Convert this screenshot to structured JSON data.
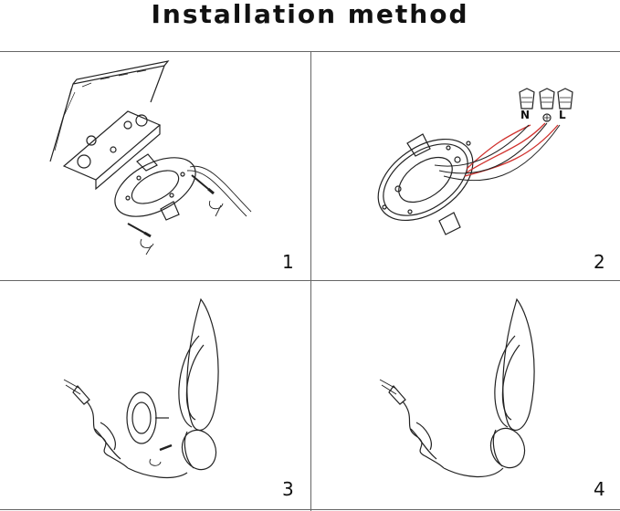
{
  "title": "Installation method",
  "steps": [
    {
      "number": "1"
    },
    {
      "number": "2"
    },
    {
      "number": "3"
    },
    {
      "number": "4"
    }
  ],
  "wire_labels": {
    "neutral": "N",
    "live": "L"
  },
  "colors": {
    "line": "#222222",
    "border": "#666666",
    "wire_red": "#d0312d"
  }
}
